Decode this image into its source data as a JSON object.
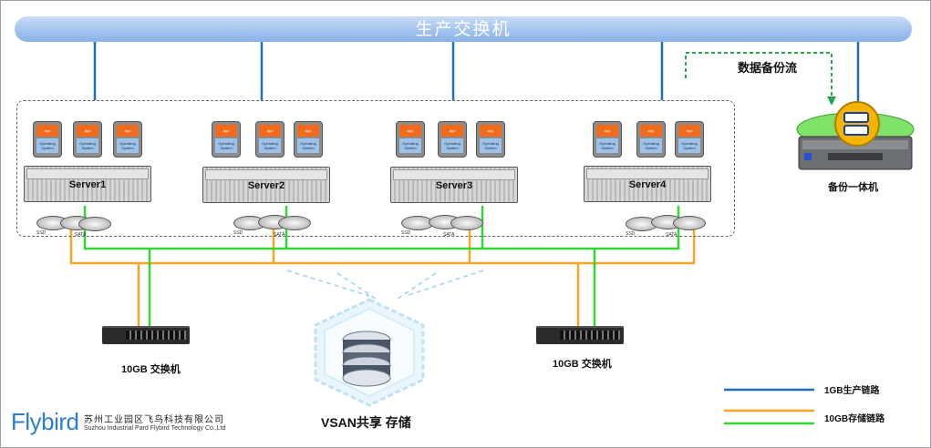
{
  "production_switch": {
    "label": "生产交换机"
  },
  "backup_flow": {
    "label": "数据备份流"
  },
  "backup_appliance": {
    "label": "备份一体机"
  },
  "servers": [
    {
      "name": "Server1",
      "ssd_label": "SSD",
      "sata_label": "SATA"
    },
    {
      "name": "Server2",
      "ssd_label": "SSD",
      "sata_label": "SATA"
    },
    {
      "name": "Server3",
      "ssd_label": "SSD",
      "sata_label": "SATA"
    },
    {
      "name": "Server4",
      "ssd_label": "SSD",
      "sata_label": "SATA"
    }
  ],
  "vm": {
    "app_label": "App",
    "os_label": "Operating System"
  },
  "switch_left": {
    "label": "10GB 交换机"
  },
  "switch_right": {
    "label": "10GB 交换机"
  },
  "vsan": {
    "label": "VSAN共享 存储"
  },
  "legend": {
    "items": [
      {
        "label": "1GB生产链路",
        "color": "#1f6fb5"
      },
      {
        "label": "10GB存储链路",
        "color": "#f5a623"
      }
    ]
  },
  "colors": {
    "production_link": "#1f6fb5",
    "storage_link_orange": "#f5a623",
    "storage_link_green": "#33d633",
    "backup_flow": "#22a84a"
  },
  "company": {
    "logo": "Flybird",
    "name_cn": "苏州工业园区飞鸟科技有限公司",
    "name_en": "Suzhou Industrial Pard Flybird Technology Co.,Ltd"
  }
}
